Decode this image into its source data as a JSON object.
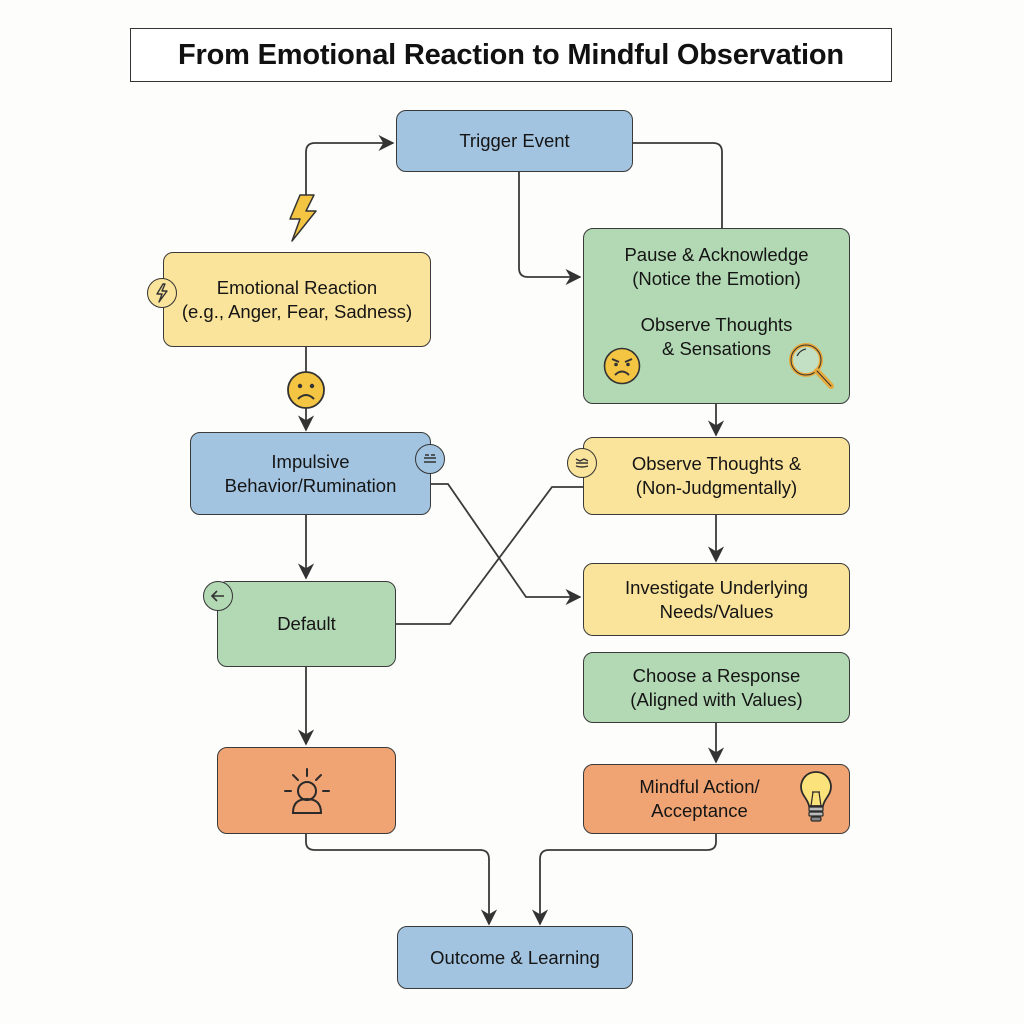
{
  "title": "From Emotional Reaction to Mindful Observation",
  "colors": {
    "blue": "#a3c4e0",
    "yellow": "#fae39a",
    "green": "#b2d8b4",
    "orange": "#f0a474",
    "line": "#3a3a3a",
    "icon_yellow": "#f4c542"
  },
  "nodes": {
    "trigger": {
      "lines": [
        "Trigger Event"
      ]
    },
    "emotional_reaction": {
      "lines": [
        "Emotional Reaction",
        "(e.g., Anger, Fear, Sadness)"
      ],
      "icon": "lightning-icon"
    },
    "pause": {
      "lines": [
        "Pause & Acknowledge",
        "(Notice the Emotion)"
      ],
      "sub_lines": [
        "Observe Thoughts",
        "& Sensations"
      ],
      "icons": [
        "angry-face-icon",
        "magnifier-icon"
      ]
    },
    "impulsive": {
      "lines": [
        "Impulsive",
        "Behavior/Rumination"
      ],
      "icon": "neutral-face-icon"
    },
    "observe": {
      "lines": [
        "Observe Thoughts &",
        "(Non-Judgmentally)"
      ],
      "icon": "grimace-face-icon"
    },
    "default": {
      "lines": [
        "Default"
      ],
      "icon": "back-arrow-icon"
    },
    "investigate": {
      "lines": [
        "Investigate Underlying",
        "Needs/Values"
      ]
    },
    "choose": {
      "lines": [
        "Choose a Response",
        "(Aligned with Values)"
      ]
    },
    "sunrise": {
      "icon": "sunrise-person-icon"
    },
    "mindful": {
      "lines": [
        "Mindful Action/",
        "Acceptance"
      ],
      "icon": "lightbulb-icon"
    },
    "outcome": {
      "lines": [
        "Outcome & Learning"
      ]
    }
  },
  "decorations": {
    "lightning": "lightning-icon",
    "sad_face": "sad-face-icon"
  },
  "edges": [
    {
      "from": "emotional_reaction",
      "to": "trigger"
    },
    {
      "from": "trigger",
      "to": "pause"
    },
    {
      "from": "trigger",
      "to": "pause",
      "style": "line"
    },
    {
      "from": "emotional_reaction",
      "to": "impulsive"
    },
    {
      "from": "pause",
      "to": "observe"
    },
    {
      "from": "impulsive",
      "to": "default"
    },
    {
      "from": "impulsive",
      "to": "investigate"
    },
    {
      "from": "default",
      "to": "observe",
      "style": "line"
    },
    {
      "from": "observe",
      "to": "investigate"
    },
    {
      "from": "choose",
      "to": "mindful"
    },
    {
      "from": "default",
      "to": "sunrise"
    },
    {
      "from": "sunrise",
      "to": "outcome"
    },
    {
      "from": "mindful",
      "to": "outcome"
    }
  ]
}
